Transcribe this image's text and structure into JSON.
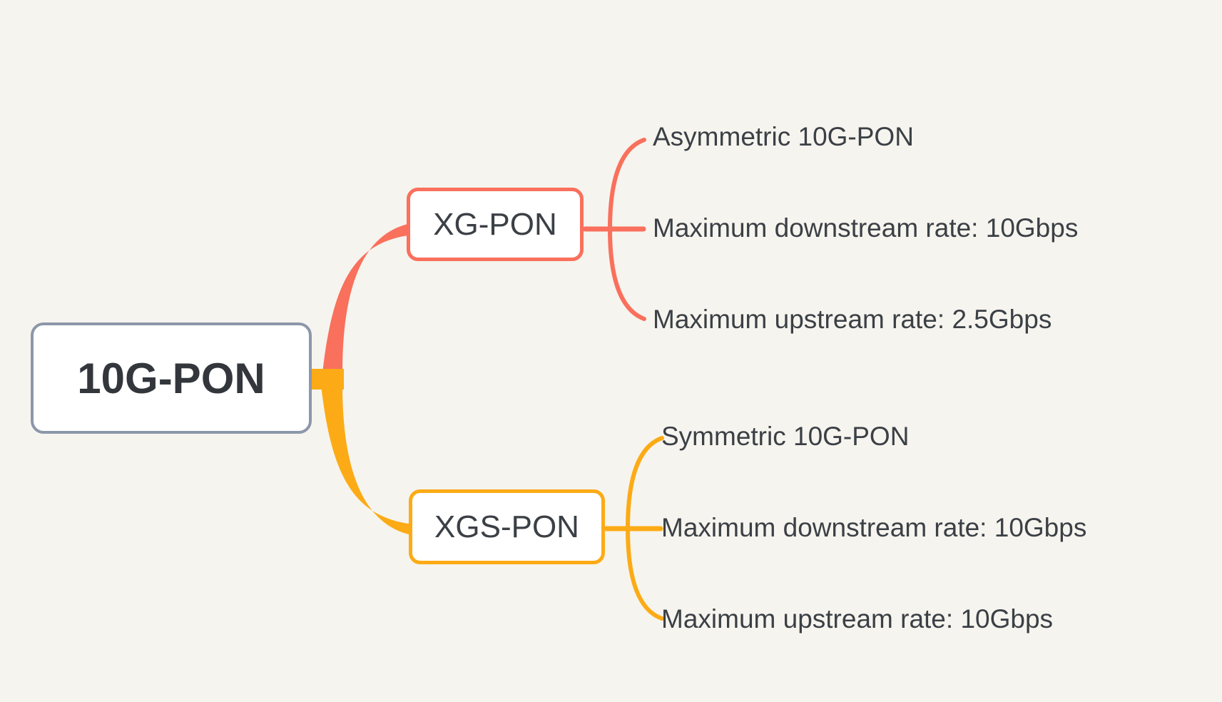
{
  "canvas": {
    "background_color": "#f6f4ee"
  },
  "mindmap": {
    "root": {
      "label": "10G-PON",
      "border_color": "#8d97aa",
      "fill_color": "#ffffff",
      "text_color": "#33373c"
    },
    "topic_text_color": "#3b4046",
    "branches": [
      {
        "label": "XG-PON",
        "color": "#f9705c",
        "fill_color": "#ffffff",
        "children": [
          "Asymmetric 10G-PON",
          "Maximum downstream rate: 10Gbps",
          "Maximum upstream rate: 2.5Gbps"
        ]
      },
      {
        "label": "XGS-PON",
        "color": "#fcab16",
        "fill_color": "#ffffff",
        "children": [
          "Symmetric 10G-PON",
          "Maximum downstream rate: 10Gbps",
          "Maximum upstream rate: 10Gbps"
        ]
      }
    ]
  }
}
